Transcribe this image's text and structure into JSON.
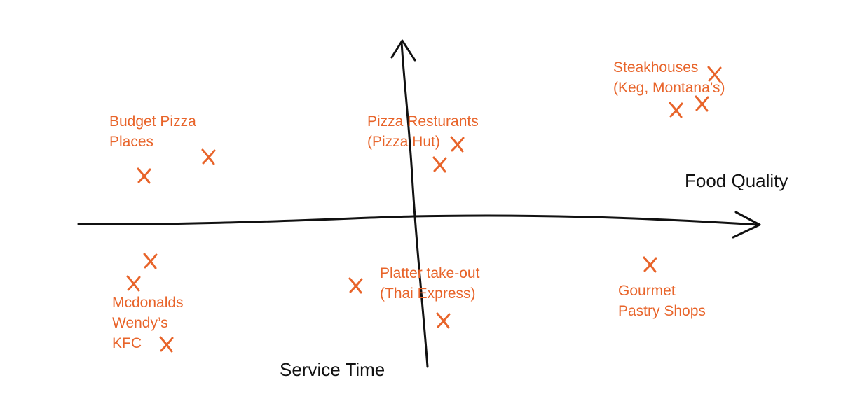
{
  "colors": {
    "annotation": "#e8642a",
    "axis": "#111111",
    "background": "#ffffff"
  },
  "axes": {
    "x_label": "Food Quality",
    "y_label": "Service Time"
  },
  "groups": [
    {
      "id": "budget-pizza",
      "lines": [
        "Budget Pizza",
        "Places"
      ],
      "marks": 2
    },
    {
      "id": "pizza-restaurants",
      "lines": [
        "Pizza Resturants",
        "(Pizza Hut)"
      ],
      "marks": 2
    },
    {
      "id": "steakhouses",
      "lines": [
        "Steakhouses",
        "(Keg, Montana’s)"
      ],
      "marks": 3
    },
    {
      "id": "fast-food",
      "lines": [
        "Mcdonalds",
        "Wendy’s",
        "KFC"
      ],
      "marks": 3
    },
    {
      "id": "platter-takeout",
      "lines": [
        "Platter take-out",
        "(Thai Express)"
      ],
      "marks": 2
    },
    {
      "id": "gourmet-pastry",
      "lines": [
        "Gourmet",
        "Pastry Shops"
      ],
      "marks": 1
    }
  ]
}
